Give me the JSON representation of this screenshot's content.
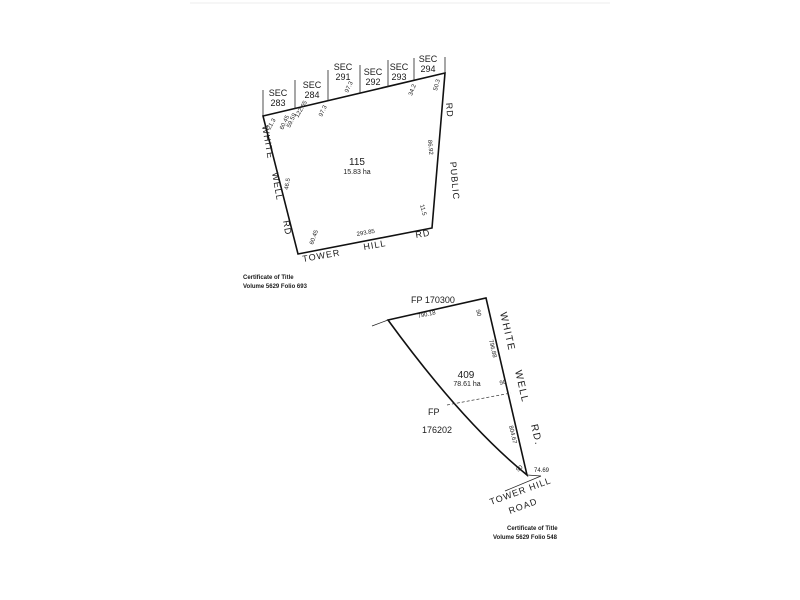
{
  "diagram": {
    "parcel_upper": {
      "lot_number": "115",
      "area": "15.83 ha",
      "sections": [
        {
          "label": "SEC",
          "number": "283"
        },
        {
          "label": "SEC",
          "number": "284"
        },
        {
          "label": "SEC",
          "number": "291"
        },
        {
          "label": "SEC",
          "number": "292"
        },
        {
          "label": "SEC",
          "number": "293"
        },
        {
          "label": "SEC",
          "number": "294"
        }
      ],
      "roads": {
        "west": [
          "WHITE",
          "WELL",
          "RD"
        ],
        "south": [
          "TOWER",
          "HILL",
          "RD"
        ],
        "east": [
          "PUBLIC",
          "RD"
        ]
      },
      "dimensions": {
        "north_a": "122.65",
        "north_b": "97.3",
        "north_c": "97.3",
        "north_d": "34.2",
        "west_a": "21.3",
        "west_b": "60.45",
        "west_c": "59.59",
        "west_d": "46.5",
        "west_e": "60.45",
        "south": "293.85",
        "east": "86.92",
        "east_short": "11.5",
        "corner_ne": "50.3"
      },
      "certificate": {
        "title": "Certificate of Title",
        "volume": "Volume 5629 Folio 693"
      }
    },
    "parcel_lower": {
      "lot_number": "409",
      "area": "78.61 ha",
      "fp_top": "FP  170300",
      "fp_side_label": "FP",
      "fp_side_number": "176202",
      "roads": {
        "east": [
          "WHITE",
          "WELL",
          "RD."
        ],
        "south": [
          "TOWER HILL",
          "ROAD"
        ]
      },
      "dimensions": {
        "north": "790.18",
        "east_upper": "796.88",
        "east_lower": "804.67",
        "corner_a": "90",
        "corner_b": "90",
        "corner_c": "90",
        "south": "74.69"
      },
      "certificate": {
        "title": "Certificate of Title",
        "volume": "Volume 5629 Folio 548"
      }
    }
  }
}
